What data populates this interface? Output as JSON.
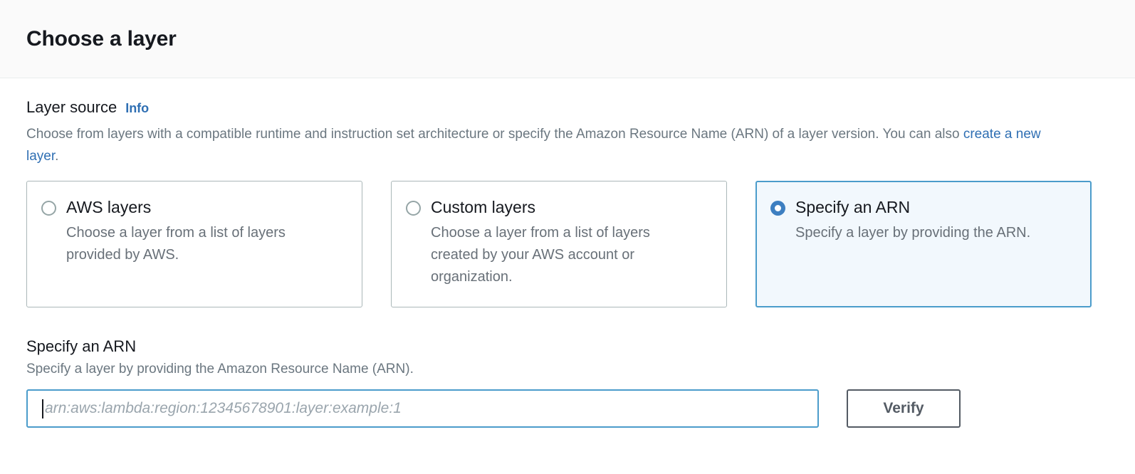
{
  "header": {
    "title": "Choose a layer"
  },
  "layer_source": {
    "label": "Layer source",
    "info_label": "Info",
    "description_part1": "Choose from layers with a compatible runtime and instruction set architecture or specify the Amazon Resource Name (ARN) of a layer version. You can also ",
    "description_link": "create a new layer",
    "description_part2": ".",
    "options": [
      {
        "title": "AWS layers",
        "description": "Choose a layer from a list of layers provided by AWS.",
        "selected": false
      },
      {
        "title": "Custom layers",
        "description": "Choose a layer from a list of layers created by your AWS account or organization.",
        "selected": false
      },
      {
        "title": "Specify an ARN",
        "description": "Specify a layer by providing the ARN.",
        "selected": true
      }
    ]
  },
  "arn_section": {
    "label": "Specify an ARN",
    "description": "Specify a layer by providing the Amazon Resource Name (ARN).",
    "input_value": "",
    "input_placeholder": "arn:aws:lambda:region:12345678901:layer:example:1",
    "verify_label": "Verify"
  },
  "colors": {
    "accent_blue": "#3d7fc1",
    "selected_border": "#4b9ccb",
    "selected_background": "#f2f8fd",
    "link_blue": "#2f6fb3",
    "text_dark": "#16191f",
    "text_muted": "#6b7780",
    "tile_border": "#aab7b8",
    "button_border": "#545b64",
    "header_background": "#fafafa"
  }
}
